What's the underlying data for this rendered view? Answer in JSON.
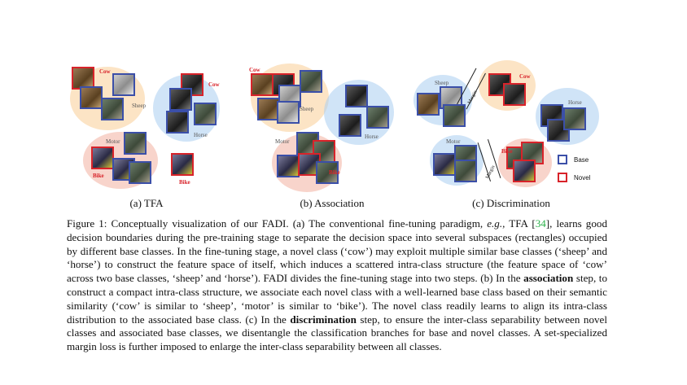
{
  "figure": {
    "panels": [
      {
        "caption": "(a) TFA",
        "labels": {
          "cow": "Cow",
          "sheep": "Sheep",
          "horse": "Horse",
          "motor": "Motor",
          "bike_left": "Bike",
          "bike_right": "Bike"
        }
      },
      {
        "caption": "(b) Association",
        "labels": {
          "cow": "Cow",
          "sheep": "Sheep",
          "horse": "Horse",
          "motor": "Motor",
          "bike": "Bike"
        }
      },
      {
        "caption": "(c) Discrimination",
        "labels": {
          "sheep": "Sheep",
          "cow": "Cow",
          "horse": "Horse",
          "motor": "Motor",
          "bike": "Bike",
          "margin_top": "Margin",
          "margin_bottom": "Margin"
        }
      }
    ],
    "legend": {
      "base": "Base",
      "novel": "Novel"
    },
    "colors": {
      "base": "#3b4fa8",
      "novel": "#d8232a",
      "reference": "#2bb14a"
    }
  },
  "caption_text": {
    "part1": "Figure 1: Conceptually visualization of our FADI. (a) The conventional fine-tuning paradigm, ",
    "eg": "e.g.",
    "part2": ", TFA [",
    "ref": "34",
    "part3": "], learns good decision boundaries during the pre-training stage to separate the decision space into several subspaces (rectangles) occupied by different base classes. In the fine-tuning stage, a novel class (‘cow’) may exploit multiple similar base classes (‘sheep’ and ‘horse’) to construct the feature space of itself, which induces a scattered intra-class structure (the feature space of ‘cow’ across two base classes, ‘sheep’ and ‘horse’). FADI divides the fine-tuning stage into two steps. (b) In the ",
    "assoc": "association",
    "part4": " step, to construct a compact intra-class structure, we associate each novel class with a well-learned base class based on their semantic similarity (‘cow’ is similar to ‘sheep’, ‘motor’ is similar to ‘bike’). The novel class readily learns to align its intra-class distribution to the associated base class. (c) In the ",
    "disc": "discrimination",
    "part5": " step, to ensure the inter-class separability between novel classes and associated base classes, we disentangle the classification branches for base and novel classes. A set-specialized margin loss is further imposed to enlarge the inter-class separability between all classes."
  }
}
